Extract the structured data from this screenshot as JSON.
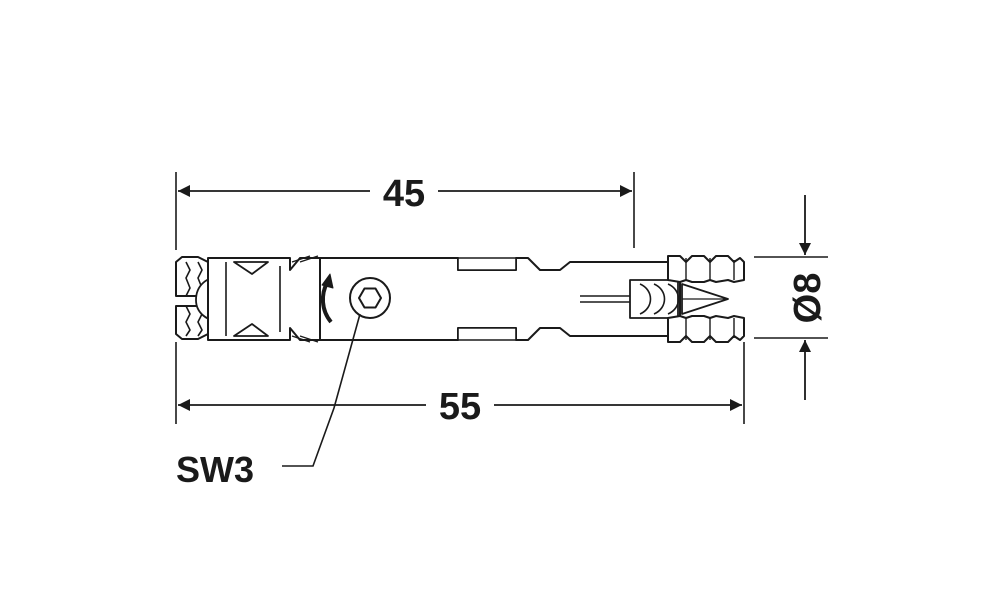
{
  "dimensions": {
    "inner_length": "45",
    "total_length": "55",
    "diameter": "Ø8"
  },
  "callout": {
    "hex_key_size": "SW3"
  }
}
